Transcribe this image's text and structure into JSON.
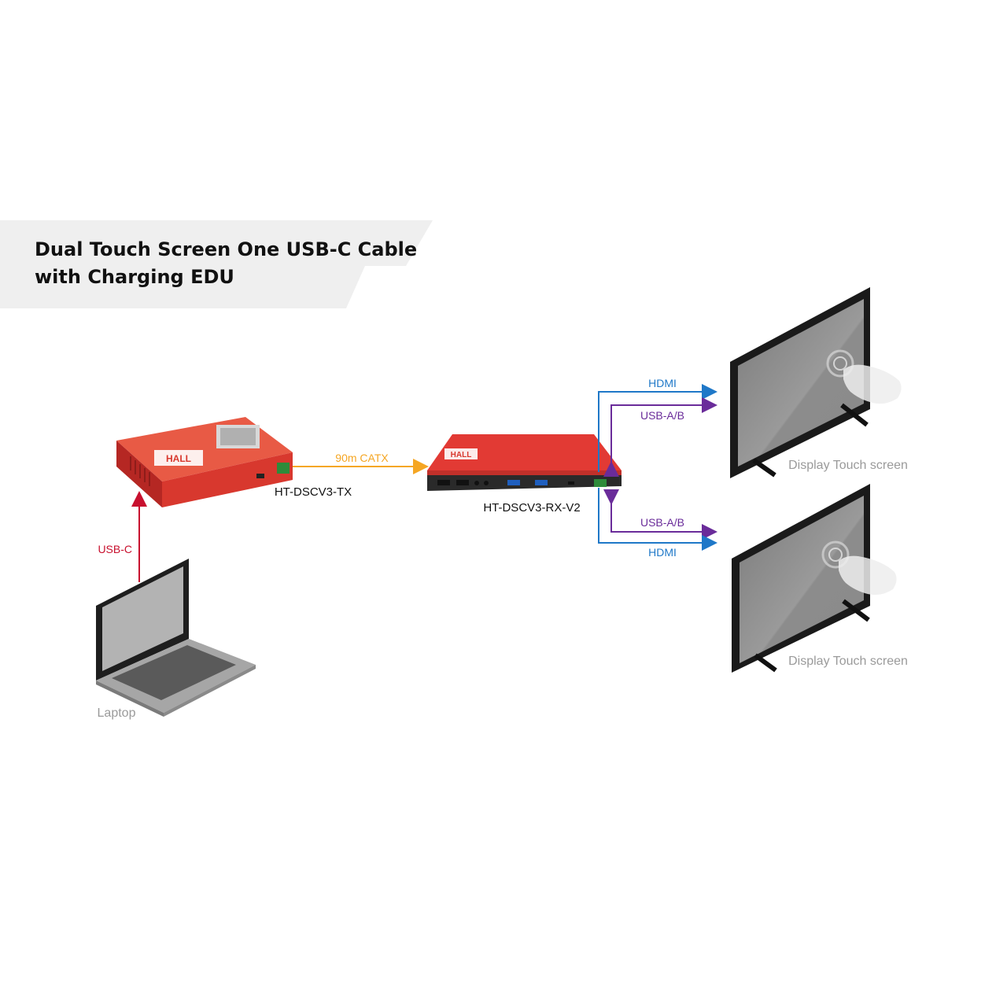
{
  "title": {
    "line1": "Dual Touch Screen One USB-C Cable",
    "line2": "with Charging EDU"
  },
  "devices": {
    "tx": {
      "model": "HT-DSCV3-TX",
      "brand": "HALL"
    },
    "rx": {
      "model": "HT-DSCV3-RX-V2",
      "brand": "HALL"
    },
    "laptop": {
      "label": "Laptop"
    },
    "display_top": {
      "label": "Display Touch screen"
    },
    "display_bottom": {
      "label": "Display Touch screen"
    }
  },
  "connections": {
    "usb_c": {
      "label": "USB-C",
      "color": "#c8102e"
    },
    "catx": {
      "label": "90m CATX",
      "color": "#f5a623"
    },
    "hdmi_top": {
      "label": "HDMI",
      "color": "#1f78c8"
    },
    "usb_ab_top": {
      "label": "USB-A/B",
      "color": "#6a2c9a"
    },
    "usb_ab_bottom": {
      "label": "USB-A/B",
      "color": "#6a2c9a"
    },
    "hdmi_bottom": {
      "label": "HDMI",
      "color": "#1f78c8"
    }
  },
  "colors": {
    "device_red": "#e23a34",
    "device_dark_red": "#b52723",
    "title_band": "#efefef",
    "screen_gray": "#8a8a8a",
    "label_gray": "#9a9a9a"
  }
}
